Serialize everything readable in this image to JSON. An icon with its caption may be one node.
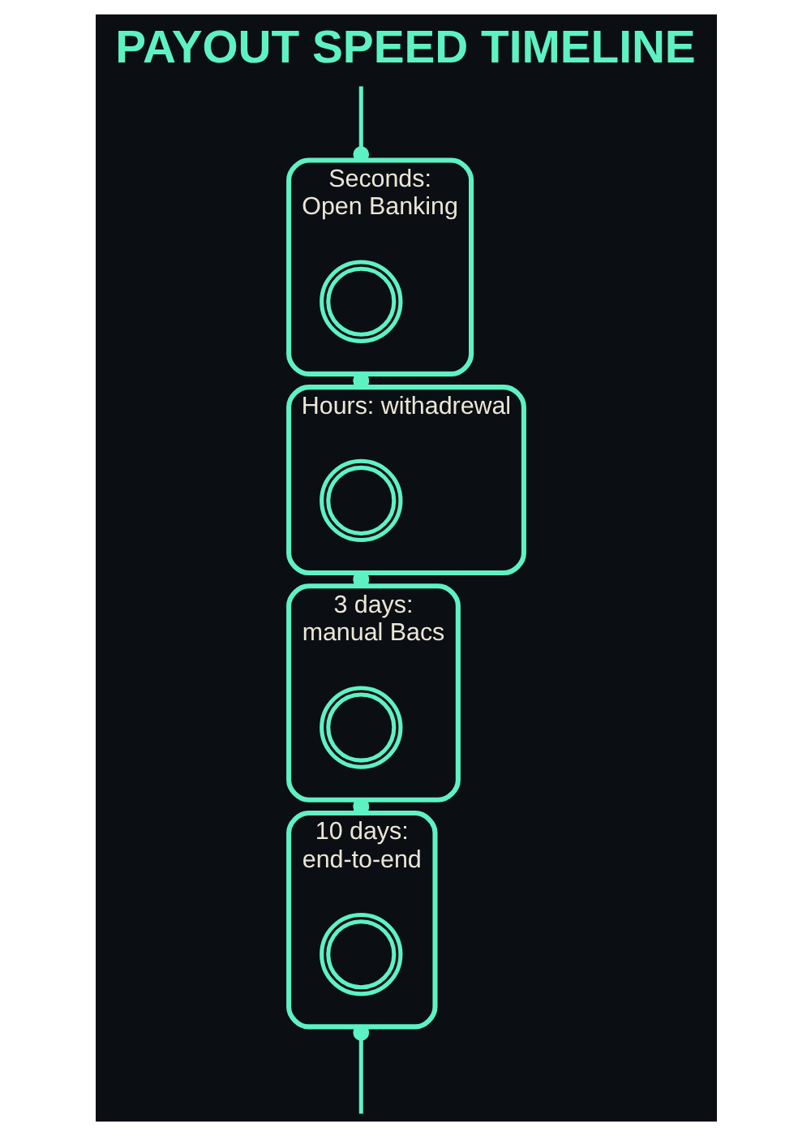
{
  "diagram": {
    "title": "PAYOUT SPEED TIMELINE",
    "nodes": [
      {
        "text": [
          "Seconds:",
          "Open Banking"
        ]
      },
      {
        "text": [],
        "shape": "circle",
        "in": 0
      },
      {
        "text": [
          "Hours: withadrewal"
        ]
      },
      {
        "text": [],
        "shape": "circle",
        "in": 2
      },
      {
        "text": [
          "3 days:",
          "manual Bacs"
        ]
      },
      {
        "text": [],
        "shape": "circle",
        "in": 4
      },
      {
        "text": [
          "10 days:",
          "end-to-end"
        ]
      },
      {
        "text": [],
        "shape": "circle",
        "in": 6
      }
    ],
    "edges": [
      {
        "from": null,
        "to": 0,
        "arrow": "other"
      },
      {
        "from": 0,
        "to": 2,
        "arrow": "other"
      },
      {
        "from": 2,
        "to": 4,
        "arrow": "other"
      },
      {
        "from": 4,
        "to": 6,
        "arrow": "other"
      },
      {
        "from": 6,
        "to": null,
        "arrow": "other"
      }
    ]
  }
}
